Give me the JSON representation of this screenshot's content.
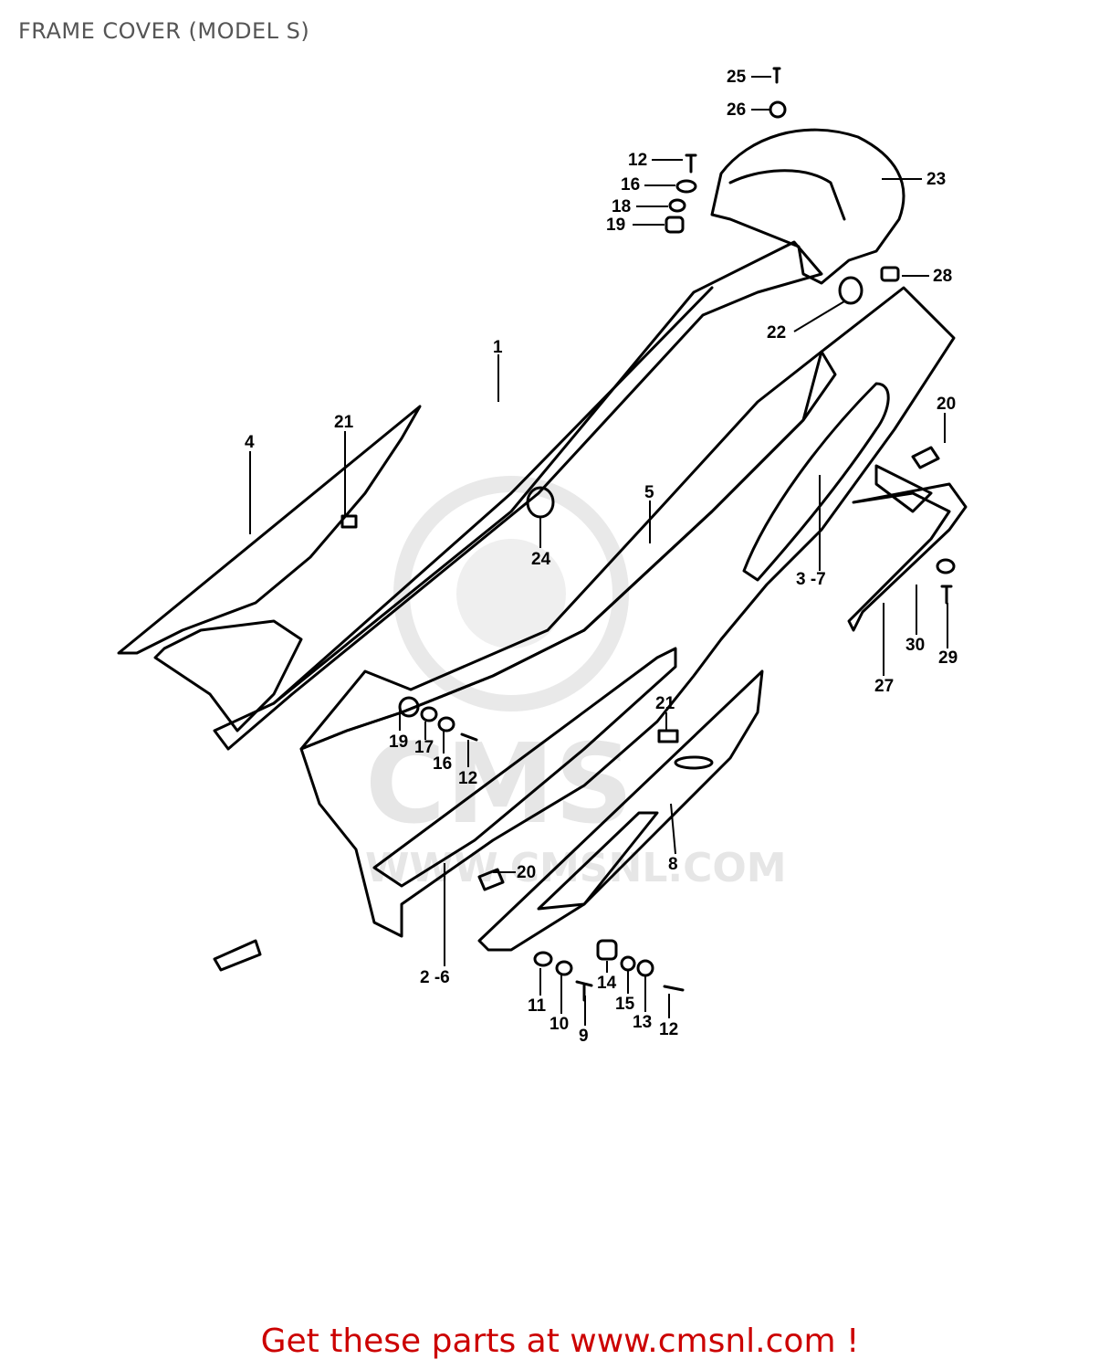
{
  "title": "FRAME COVER (MODEL S)",
  "footer": "Get these parts at www.cmsnl.com !",
  "watermark": {
    "brand": "CMS",
    "url": "WWW.CMSNL.COM"
  },
  "callouts": {
    "c25": "25",
    "c26": "26",
    "c12a": "12",
    "c16a": "16",
    "c18": "18",
    "c19a": "19",
    "c23": "23",
    "c28": "28",
    "c22": "22",
    "c1": "1",
    "c21a": "21",
    "c4": "4",
    "c20a": "20",
    "c5": "5",
    "c24": "24",
    "c37": "3 -7",
    "c30": "30",
    "c29": "29",
    "c27": "27",
    "c21b": "21",
    "c19b": "19",
    "c17": "17",
    "c16b": "16",
    "c12b": "12",
    "c8": "8",
    "c20b": "20",
    "c26b": "2 -6",
    "c11": "11",
    "c10": "10",
    "c9": "9",
    "c14": "14",
    "c15": "15",
    "c13": "13",
    "c12c": "12"
  },
  "colors": {
    "line": "#000000",
    "footer": "#cc0000",
    "title": "#555555",
    "watermark": "#e6e6e6"
  }
}
